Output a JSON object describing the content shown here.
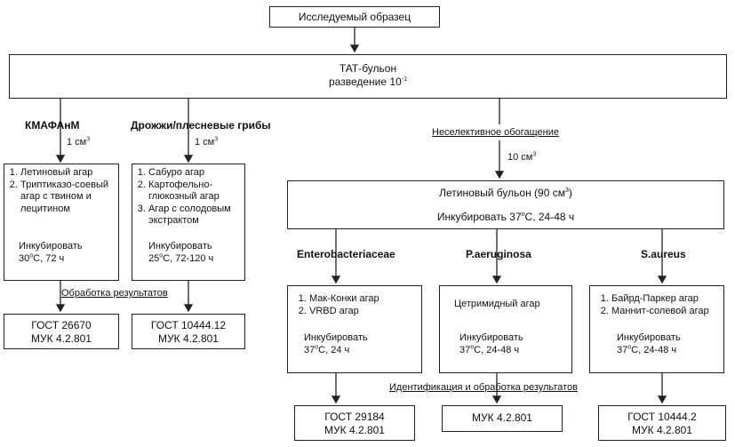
{
  "sample": "Исследуемый образец",
  "tat": {
    "line1": "ТАТ-бульон",
    "line2": "разведение 10",
    "exp": "-1"
  },
  "kmafanm": {
    "title": "КМАФАнМ",
    "dose": "1 см",
    "dose_exp": "3"
  },
  "yeast": {
    "title": "Дрожжи/плесневые грибы",
    "dose": "1 см",
    "dose_exp": "3"
  },
  "enrich": {
    "title": "Неселективное обогащение",
    "dose": "10 см",
    "dose_exp": "3"
  },
  "box_k": {
    "items": [
      "Летиновый агар",
      "Триптиказо-соевый агар с твином и лецитином"
    ],
    "incubate": "Инкубировать",
    "cond_temp": "30",
    "cond_rest": "С, 72 ч"
  },
  "box_y": {
    "items": [
      "Сабуро агар",
      "Картофельно-глюкозный агар",
      "Агар с солодовым экстрактом"
    ],
    "incubate": "Инкубировать",
    "cond_temp": "25",
    "cond_rest": "С, 72-120 ч"
  },
  "results_label": "Обработка результатов",
  "gost_k": {
    "line1": "ГОСТ 26670",
    "line2": "МУК 4.2.801"
  },
  "gost_y": {
    "line1": "ГОСТ 10444.12",
    "line2": "МУК 4.2.801"
  },
  "letin_broth": {
    "line1": "Летиновый бульон  (90 см",
    "line1_exp": "3",
    "line1_end": ")",
    "line2_pre": "Инкубировать 37",
    "line2_post": "С, 24-48 ч"
  },
  "entero": {
    "title": "Enterobacteriaceae",
    "items": [
      "Мак-Конки агар",
      "VRBD агар"
    ],
    "incubate": "Инкубировать",
    "cond_temp": "37",
    "cond_rest": "С, 24 ч"
  },
  "pseudo": {
    "title": "P.aeruginosa",
    "item": "Цетримидный агар",
    "incubate": "Инкубировать",
    "cond_temp": "37",
    "cond_rest": "С, 24-48 ч"
  },
  "staph": {
    "title": "S.aureus",
    "items": [
      "Байрд-Паркер агар",
      "Маннит-солевой агар"
    ],
    "incubate": "Инкубировать",
    "cond_temp": "37",
    "cond_rest": "С, 24-48 ч"
  },
  "ident_label": "Идентификация и обработка результатов",
  "gost_e": {
    "line1": "ГОСТ 29184",
    "line2": "МУК 4.2.801"
  },
  "gost_p": {
    "line1": "МУК 4.2.801"
  },
  "gost_s": {
    "line1": "ГОСТ 10444.2",
    "line2": "МУК 4.2.801"
  }
}
